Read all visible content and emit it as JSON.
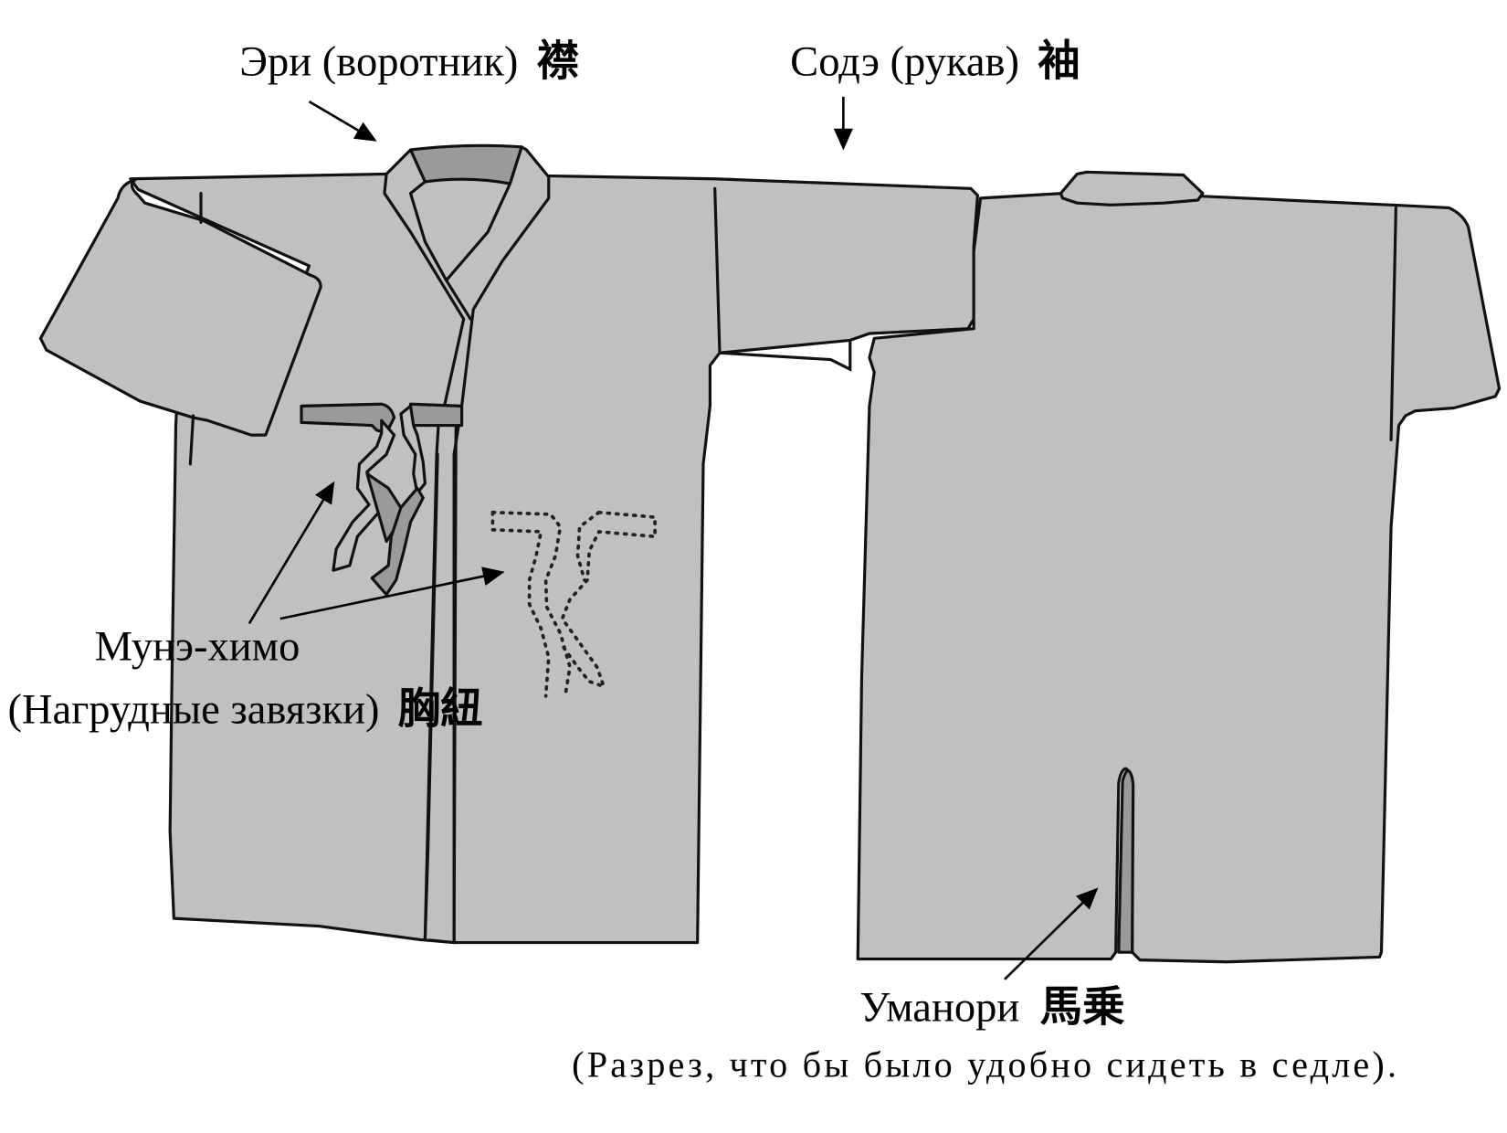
{
  "diagram": {
    "type": "annotated-illustration",
    "subject": "Japanese jacket (front and back view)",
    "colors": {
      "fabric": "#c0c0c0",
      "accent_fabric": "#9a9a9a",
      "outline": "#111111",
      "background": "#ffffff"
    },
    "labels": {
      "eri": {
        "text": "Эри (воротник)",
        "kanji": "襟"
      },
      "sode": {
        "text": "Содэ (рукав)",
        "kanji": "袖"
      },
      "munehimo_line1": {
        "text": "Мунэ-химо"
      },
      "munehimo_line2": {
        "text": "(Нагрудные завязки)",
        "kanji": "胸紐"
      },
      "umanori": {
        "text": "Уманори",
        "kanji": "馬乗"
      },
      "umanori_note": {
        "text": "(Разрез,  что бы было удобно сидеть в седле)."
      }
    },
    "views": [
      "front",
      "back"
    ]
  }
}
